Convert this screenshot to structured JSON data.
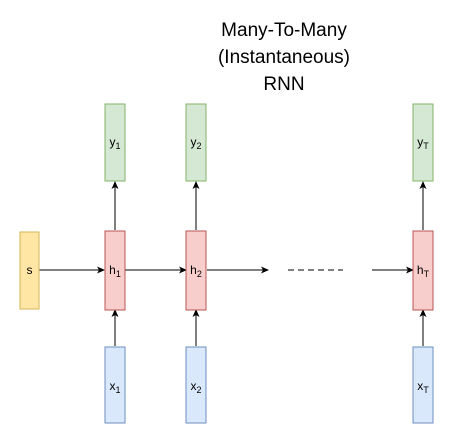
{
  "title": [
    "Many-To-Many",
    "(Instantaneous)",
    "RNN"
  ],
  "nodes": {
    "s": {
      "label": "s"
    },
    "h": [
      {
        "base": "h",
        "sub": "1"
      },
      {
        "base": "h",
        "sub": "2"
      },
      {
        "base": "h",
        "sub": "T"
      }
    ],
    "y": [
      {
        "base": "y",
        "sub": "1"
      },
      {
        "base": "y",
        "sub": "2"
      },
      {
        "base": "y",
        "sub": "T"
      }
    ],
    "x": [
      {
        "base": "x",
        "sub": "1"
      },
      {
        "base": "x",
        "sub": "2"
      },
      {
        "base": "x",
        "sub": "T"
      }
    ]
  },
  "colors": {
    "state_fill": "#ffe6a5",
    "state_stroke": "#d6b656",
    "hidden_fill": "#f8cecc",
    "hidden_stroke": "#b85450",
    "output_fill": "#d5e8d4",
    "output_stroke": "#82b366",
    "input_fill": "#dae8fc",
    "input_stroke": "#6c8ebf",
    "line": "#000000"
  }
}
